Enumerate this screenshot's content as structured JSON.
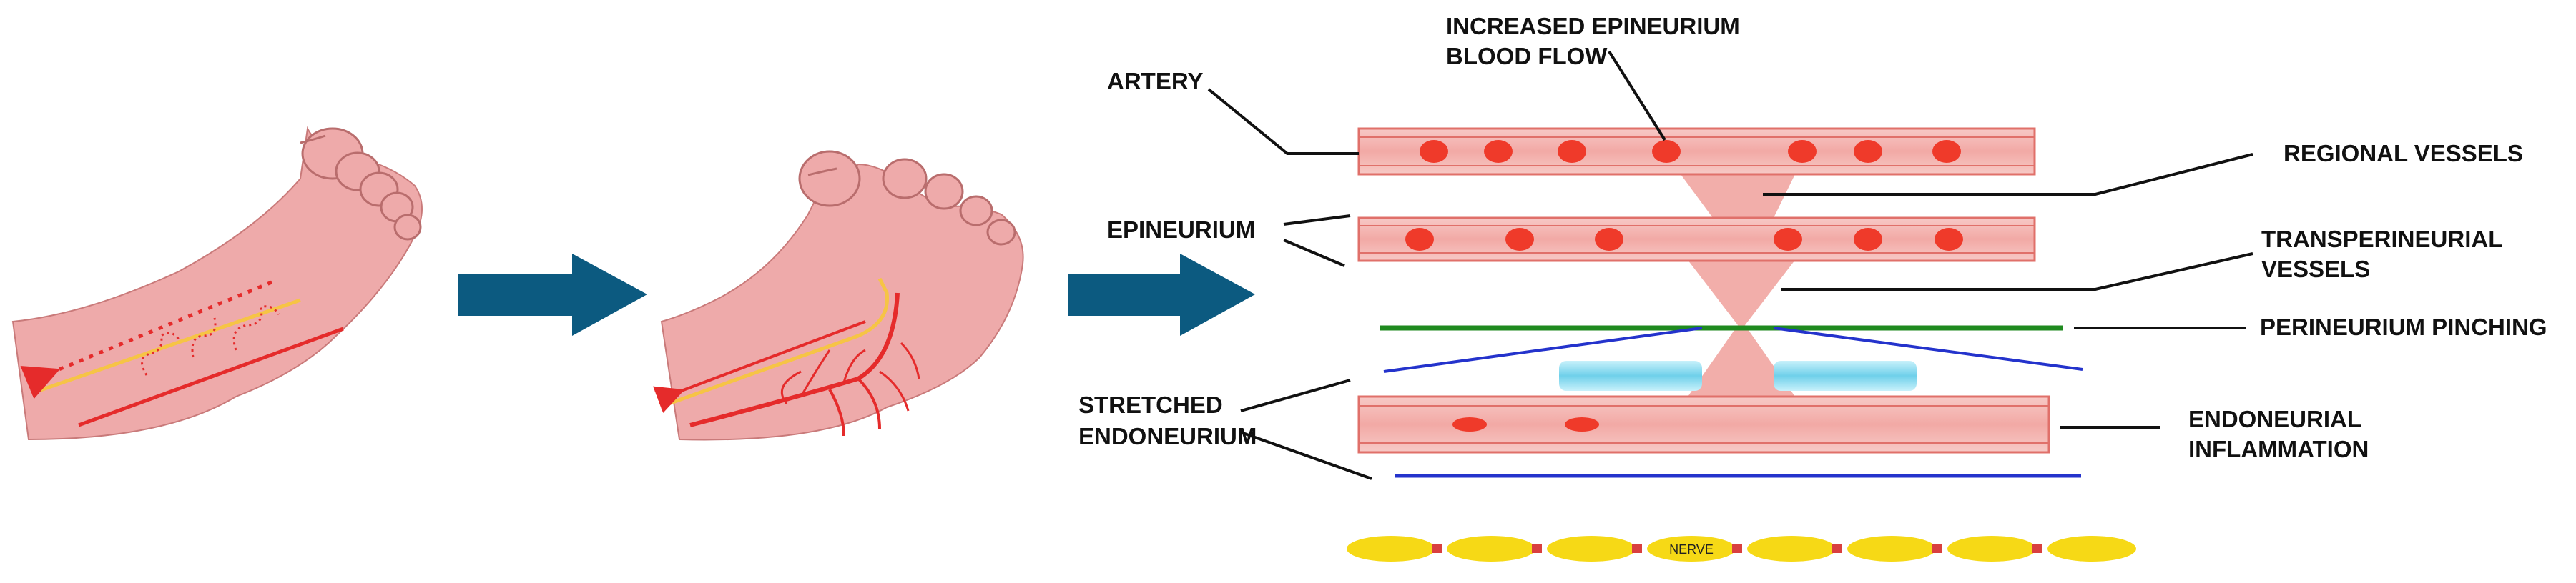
{
  "labels": {
    "artery": "ARTERY",
    "epineurium": "EPINEURIUM",
    "stretched_1": "STRETCHED",
    "stretched_2": "ENDONEURIUM",
    "increased_1": "INCREASED EPINEURIUM",
    "increased_2": "BLOOD FLOW",
    "regional_vessels": "REGIONAL VESSELS",
    "transperineurial_1": "TRANSPERINEURIAL",
    "transperineurial_2": "VESSELS",
    "perineurium_pinching": "PERINEURIUM PINCHING",
    "endoneurial_1": "ENDONEURIAL",
    "endoneurial_2": "INFLAMMATION",
    "nerve": "NERVE"
  },
  "icons": [
    "foot-icon",
    "arrow-right-icon",
    "foot-icon",
    "arrow-right-icon"
  ],
  "colors": {
    "skin": "#eeaaaa",
    "skin_line": "#c97a7a",
    "nerve_line": "#e52b2b",
    "yellow_line": "#f6c445",
    "arrow": "#0c5a80",
    "vessel_fill": "#f4b7b4",
    "vessel_edge": "#e0706a",
    "red_cell": "#ef3a2a",
    "perineurium": "#1f8a1f",
    "blue_line": "#2433cc",
    "cyan": "#7fd8ee",
    "nerve_yellow": "#f6d916",
    "node_red": "#d94040"
  }
}
